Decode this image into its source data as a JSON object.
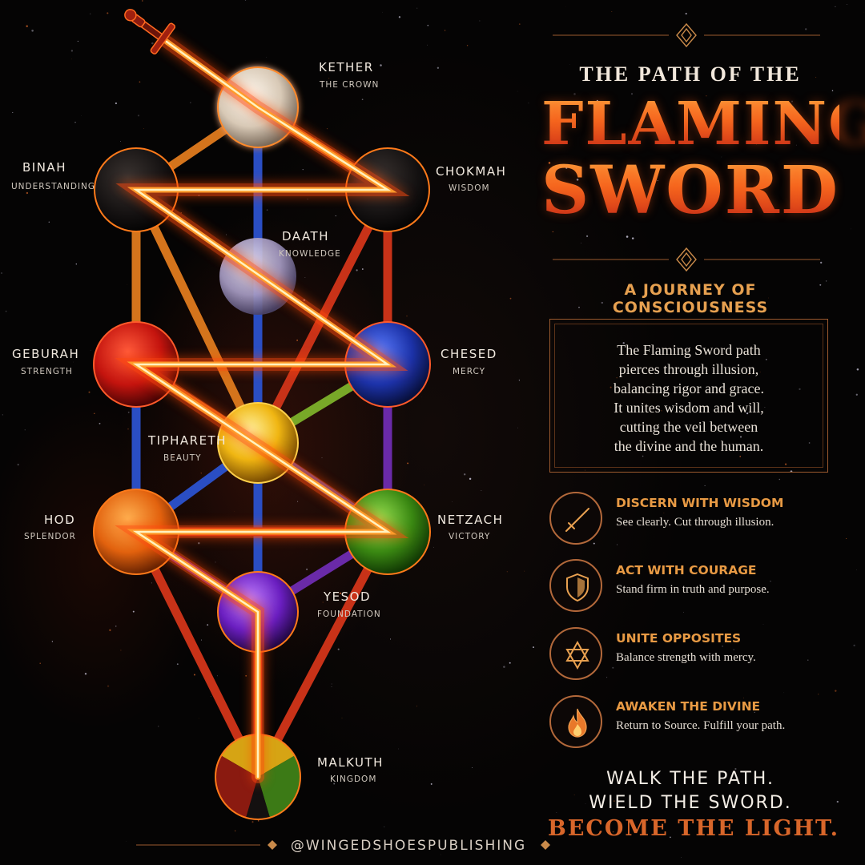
{
  "header": {
    "kicker": "THE PATH OF THE",
    "title_line1": "FLAMING",
    "title_line2": "SWORD",
    "subtitle": "A JOURNEY OF CONSCIOUSNESS"
  },
  "description": [
    "The Flaming Sword path",
    "pierces through illusion,",
    "balancing rigor and grace.",
    "It unites wisdom and will,",
    "cutting the veil between",
    "the divine and the human."
  ],
  "tenets": [
    {
      "title": "DISCERN WITH WISDOM",
      "text": "See clearly. Cut through illusion.",
      "icon": "sword-icon"
    },
    {
      "title": "ACT WITH COURAGE",
      "text": "Stand firm in truth and purpose.",
      "icon": "shield-icon"
    },
    {
      "title": "UNITE OPPOSITES",
      "text": "Balance strength with mercy.",
      "icon": "hexagram-icon"
    },
    {
      "title": "AWAKEN THE DIVINE",
      "text": "Return to Source. Fulfill your path.",
      "icon": "flame-icon"
    }
  ],
  "closing": {
    "line1": "WALK THE PATH.",
    "line2": "WIELD THE SWORD.",
    "line3": "BECOME THE LIGHT."
  },
  "handle": "@WINGEDSHOESPUBLISHING",
  "sephirot": [
    {
      "id": "kether",
      "name": "KETHER",
      "meaning": "THE CROWN"
    },
    {
      "id": "binah",
      "name": "BINAH",
      "meaning": "UNDERSTANDING"
    },
    {
      "id": "chokmah",
      "name": "CHOKMAH",
      "meaning": "WISDOM"
    },
    {
      "id": "daath",
      "name": "DAATH",
      "meaning": "KNOWLEDGE"
    },
    {
      "id": "geburah",
      "name": "GEBURAH",
      "meaning": "STRENGTH"
    },
    {
      "id": "chesed",
      "name": "CHESED",
      "meaning": "MERCY"
    },
    {
      "id": "tiphareth",
      "name": "TIPHARETH",
      "meaning": "BEAUTY"
    },
    {
      "id": "hod",
      "name": "HOD",
      "meaning": "SPLENDOR"
    },
    {
      "id": "netzach",
      "name": "NETZACH",
      "meaning": "VICTORY"
    },
    {
      "id": "yesod",
      "name": "YESOD",
      "meaning": "FOUNDATION"
    },
    {
      "id": "malkuth",
      "name": "MALKUTH",
      "meaning": "KINGDOM"
    }
  ],
  "colors": {
    "flame": "#e8582a",
    "accent": "#e6a050",
    "border": "#9c5a2e",
    "background": "#070505"
  }
}
